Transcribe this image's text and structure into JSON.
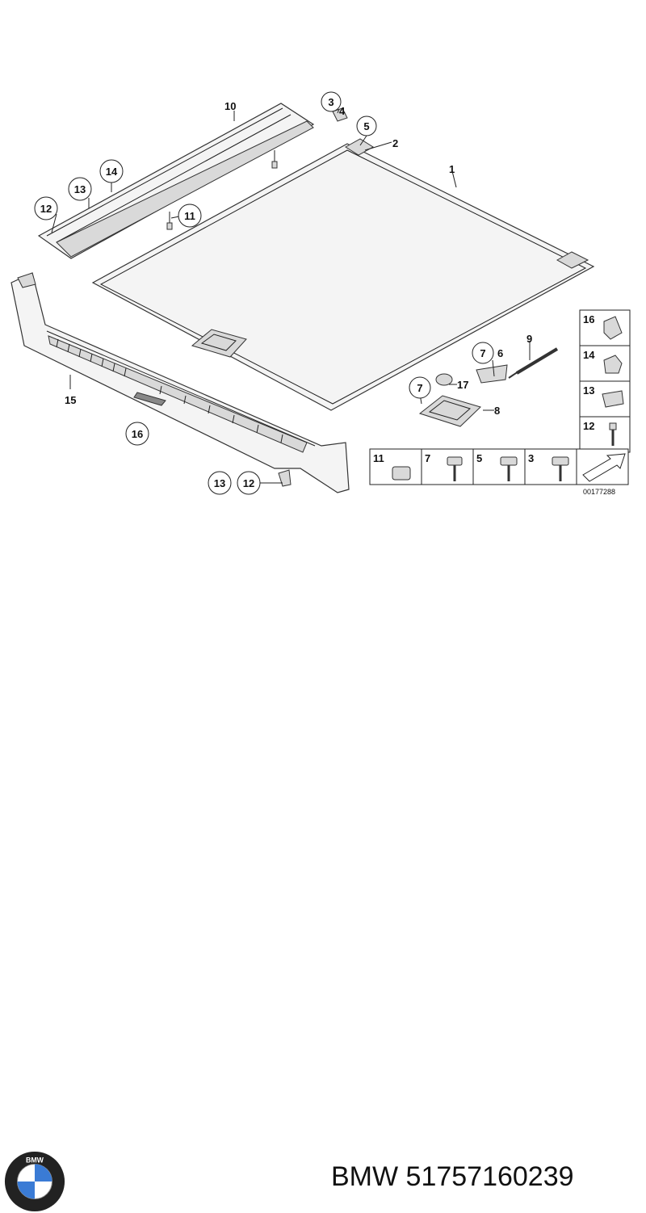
{
  "diagram": {
    "callouts_circled": [
      "3",
      "5",
      "10",
      "14",
      "13",
      "12",
      "11",
      "16",
      "7",
      "7",
      "13",
      "12"
    ],
    "labels": {
      "c1": "1",
      "c2": "2",
      "c3": "3",
      "c4": "4",
      "c5": "5",
      "c6": "6",
      "c7a": "7",
      "c7b": "7",
      "c8": "8",
      "c9": "9",
      "c10": "10",
      "c11": "11",
      "c12": "12",
      "c12b": "12",
      "c13": "13",
      "c13b": "13",
      "c14": "14",
      "c15": "15",
      "c16": "16",
      "c17": "17"
    },
    "legend_right": [
      "16",
      "14",
      "13",
      "12"
    ],
    "legend_bottom": [
      "11",
      "7",
      "5",
      "3"
    ],
    "reference_number": "00177288"
  },
  "footer": {
    "caption": "BMW 51757160239",
    "logo_text": "BMW"
  }
}
